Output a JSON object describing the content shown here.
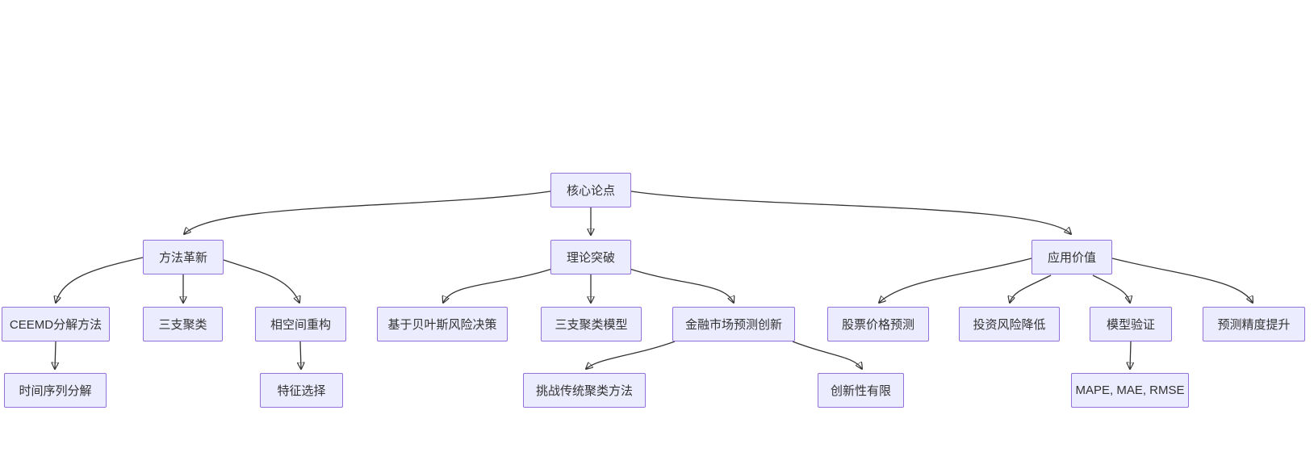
{
  "diagram": {
    "type": "flowchart-tree",
    "direction": "top-down",
    "colors": {
      "node_fill": "#ECECFF",
      "node_border": "#9370DB",
      "edge": "#333333",
      "text": "#333333",
      "background": "#FFFFFF"
    },
    "nodes": {
      "core": {
        "label": "核心论点",
        "level": 1
      },
      "method": {
        "label": "方法革新",
        "level": 2
      },
      "theory": {
        "label": "理论突破",
        "level": 2
      },
      "value": {
        "label": "应用价值",
        "level": 2
      },
      "ceemd": {
        "label": "CEEMD分解方法",
        "level": 3
      },
      "three_way": {
        "label": "三支聚类",
        "level": 3
      },
      "phase": {
        "label": "相空间重构",
        "level": 3
      },
      "bayes": {
        "label": "基于贝叶斯风险决策",
        "level": 3
      },
      "three_way_model": {
        "label": "三支聚类模型",
        "level": 3
      },
      "finance": {
        "label": "金融市场预测创新",
        "level": 3
      },
      "stock": {
        "label": "股票价格预测",
        "level": 3
      },
      "risk": {
        "label": "投资风险降低",
        "level": 3
      },
      "validation": {
        "label": "模型验证",
        "level": 3
      },
      "accuracy": {
        "label": "预测精度提升",
        "level": 3
      },
      "decompose": {
        "label": "时间序列分解",
        "level": 4
      },
      "feature": {
        "label": "特征选择",
        "level": 4
      },
      "challenge": {
        "label": "挑战传统聚类方法",
        "level": 4
      },
      "limited": {
        "label": "创新性有限",
        "level": 4
      },
      "metrics": {
        "label": "MAPE, MAE, RMSE",
        "level": 4
      }
    },
    "edges": [
      {
        "from": "core",
        "to": "method"
      },
      {
        "from": "core",
        "to": "theory"
      },
      {
        "from": "core",
        "to": "value"
      },
      {
        "from": "method",
        "to": "ceemd"
      },
      {
        "from": "method",
        "to": "three_way"
      },
      {
        "from": "method",
        "to": "phase"
      },
      {
        "from": "theory",
        "to": "bayes"
      },
      {
        "from": "theory",
        "to": "three_way_model"
      },
      {
        "from": "theory",
        "to": "finance"
      },
      {
        "from": "value",
        "to": "stock"
      },
      {
        "from": "value",
        "to": "risk"
      },
      {
        "from": "value",
        "to": "validation"
      },
      {
        "from": "value",
        "to": "accuracy"
      },
      {
        "from": "finance",
        "to": "challenge"
      },
      {
        "from": "finance",
        "to": "limited"
      },
      {
        "from": "ceemd",
        "to": "decompose"
      },
      {
        "from": "phase",
        "to": "feature"
      },
      {
        "from": "validation",
        "to": "metrics"
      }
    ]
  }
}
